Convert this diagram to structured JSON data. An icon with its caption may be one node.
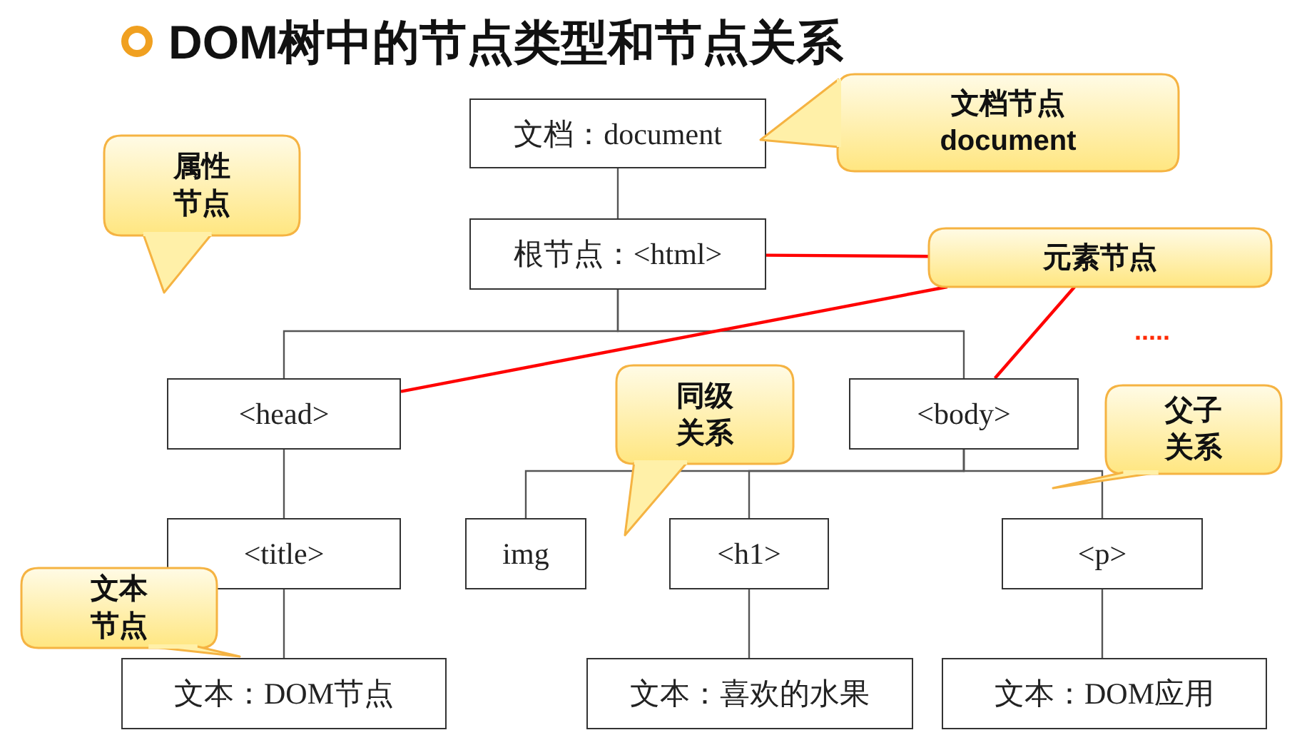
{
  "diagram": {
    "title": "DOM树中的节点类型和节点关系",
    "nodes": [
      {
        "text": [
          "文档：document"
        ]
      },
      {
        "text": [
          "根节点：<html>"
        ]
      },
      {
        "text": [
          "<head>"
        ]
      },
      {
        "text": [
          "<body>"
        ]
      },
      {
        "text": [
          "<title>"
        ]
      },
      {
        "text": [
          "img"
        ]
      },
      {
        "text": [
          "<h1>"
        ]
      },
      {
        "text": [
          "<p>"
        ]
      },
      {
        "text": [
          "文本：DOM节点"
        ]
      },
      {
        "text": [
          "文本：喜欢的水果"
        ]
      },
      {
        "text": [
          "文本：DOM应用"
        ]
      },
      {
        "text": [
          "文档节点 document"
        ]
      },
      {
        "text": [
          "属性节点"
        ]
      },
      {
        "text": [
          "元素节点"
        ]
      },
      {
        "text": [
          "同级关系"
        ]
      },
      {
        "text": [
          "父子关系"
        ]
      },
      {
        "text": [
          "文本节点"
        ]
      }
    ],
    "edges": [
      {
        "from": 0,
        "to": 1,
        "arrow": "none"
      },
      {
        "from": 1,
        "to": 2,
        "arrow": "none"
      },
      {
        "from": 1,
        "to": 3,
        "arrow": "none"
      },
      {
        "from": 2,
        "to": 4,
        "arrow": "none"
      },
      {
        "from": 3,
        "to": 5,
        "arrow": "none"
      },
      {
        "from": 3,
        "to": 6,
        "arrow": "none"
      },
      {
        "from": 3,
        "to": 7,
        "arrow": "none"
      },
      {
        "from": 4,
        "to": 8,
        "arrow": "none"
      },
      {
        "from": 6,
        "to": 9,
        "arrow": "none"
      },
      {
        "from": 7,
        "to": 10,
        "arrow": "none"
      },
      {
        "from": 13,
        "to": 1,
        "arrow": "none",
        "color": "#ff0000"
      },
      {
        "from": 13,
        "to": 2,
        "arrow": "none",
        "color": "#ff0000"
      },
      {
        "from": 13,
        "to": 3,
        "arrow": "none",
        "color": "#ff0000"
      }
    ],
    "labels": [
      "....."
    ]
  }
}
